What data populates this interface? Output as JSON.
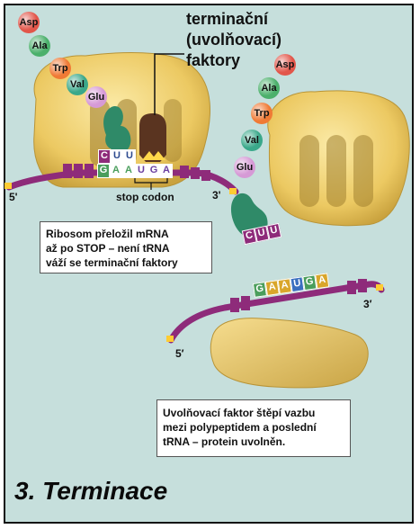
{
  "factor_label": {
    "line1": "terminační",
    "line2": "(uvolňovací)",
    "line3": "faktory"
  },
  "ribosome1": {
    "amino_acids": [
      "Asp",
      "Ala",
      "Trp",
      "Val",
      "Glu"
    ],
    "anticodon": [
      "C",
      "U",
      "U"
    ],
    "codon_left": [
      "G",
      "A",
      "A"
    ],
    "stop_codon": [
      "U",
      "G",
      "A"
    ],
    "stop_codon_label": "stop codon",
    "end_5": "5'",
    "end_3": "3'"
  },
  "released_chain": {
    "amino_acids": [
      "Asp",
      "Ala",
      "Trp",
      "Val",
      "Glu"
    ]
  },
  "released_trna": {
    "anticodon": [
      "C",
      "U",
      "U"
    ]
  },
  "free_mrna": {
    "bases": [
      "G",
      "A",
      "A",
      "U",
      "G",
      "A"
    ],
    "end_5": "5′",
    "end_3": "3′"
  },
  "info_box_1": {
    "line1": "Ribosom přeložil mRNA",
    "line2": "až po STOP – není tRNA",
    "line3": "váží se terminační faktory"
  },
  "info_box_2": {
    "line1": "Uvolňovací faktor štěpí vazbu",
    "line2": "mezi polypeptidem a poslední",
    "line3": "tRNA – protein uvolněn."
  },
  "title": "3. Terminace",
  "colors": {
    "panel": "#c6dfdc",
    "ribosome": "#efd27a",
    "mrna": "#8e2b7a",
    "trna": "#2f8a68",
    "release_factor": "#5a3420",
    "asp": "#e2564a",
    "ala": "#4bb06b",
    "trp": "#f07a35",
    "val": "#3aa88a",
    "glu": "#d69ad6"
  }
}
